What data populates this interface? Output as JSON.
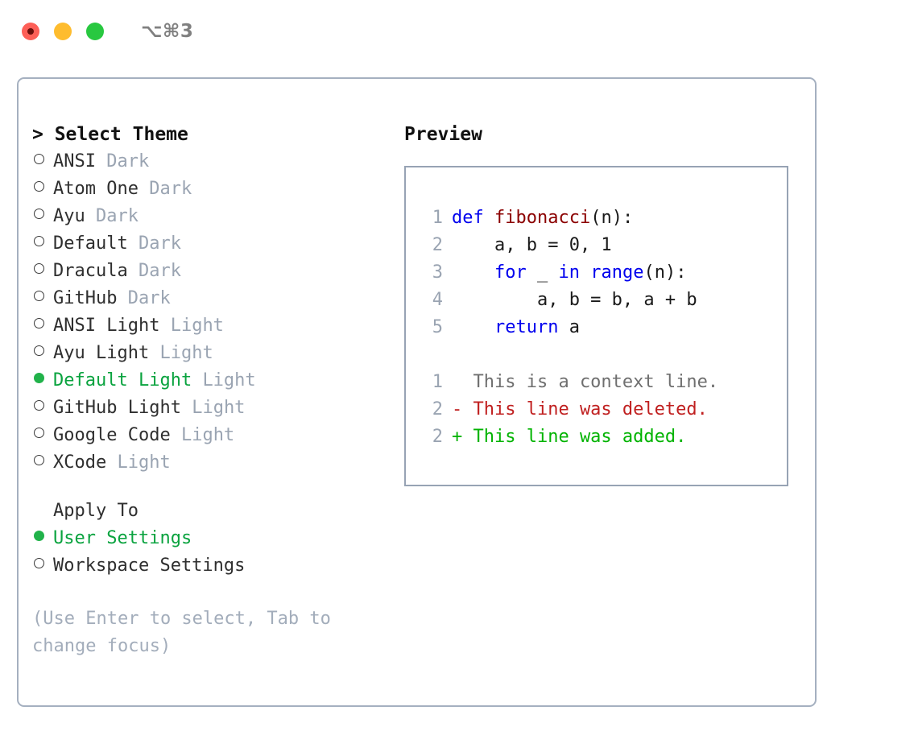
{
  "window": {
    "shortcut": "⌥⌘3",
    "traffic_lights": [
      {
        "name": "close",
        "color": "#fd5f57"
      },
      {
        "name": "minimize",
        "color": "#febc2e"
      },
      {
        "name": "maximize",
        "color": "#28c840"
      }
    ]
  },
  "theme_selector": {
    "heading": "> Select Theme",
    "selected_theme": "Default Light",
    "accent_color": "#0aa33f",
    "tag_color": "#9aa4b2",
    "items": [
      {
        "marker": "○",
        "label": "ANSI",
        "tag": "Dark",
        "selected": false
      },
      {
        "marker": "○",
        "label": "Atom One",
        "tag": "Dark",
        "selected": false
      },
      {
        "marker": "○",
        "label": "Ayu",
        "tag": "Dark",
        "selected": false
      },
      {
        "marker": "○",
        "label": "Default",
        "tag": "Dark",
        "selected": false
      },
      {
        "marker": "○",
        "label": "Dracula",
        "tag": "Dark",
        "selected": false
      },
      {
        "marker": "○",
        "label": "GitHub",
        "tag": "Dark",
        "selected": false
      },
      {
        "marker": "○",
        "label": "ANSI Light",
        "tag": "Light",
        "selected": false
      },
      {
        "marker": "○",
        "label": "Ayu Light",
        "tag": "Light",
        "selected": false
      },
      {
        "marker": "●",
        "label": "Default Light",
        "tag": "Light",
        "selected": true
      },
      {
        "marker": "○",
        "label": "GitHub Light",
        "tag": "Light",
        "selected": false
      },
      {
        "marker": "○",
        "label": "Google Code",
        "tag": "Light",
        "selected": false
      },
      {
        "marker": "○",
        "label": "XCode",
        "tag": "Light",
        "selected": false
      }
    ]
  },
  "apply_to": {
    "heading": "Apply To",
    "selected": "User Settings",
    "options": [
      {
        "marker": "●",
        "label": "User Settings",
        "selected": true
      },
      {
        "marker": "○",
        "label": "Workspace Settings",
        "selected": false
      }
    ]
  },
  "hint": "(Use Enter to select, Tab to change focus)",
  "preview": {
    "heading": "Preview",
    "code_lines": [
      {
        "lineno": "1",
        "segments": [
          {
            "text": "def ",
            "type": "keyword"
          },
          {
            "text": "fibonacci",
            "type": "function"
          },
          {
            "text": "(n):",
            "type": "plain"
          }
        ]
      },
      {
        "lineno": "2",
        "segments": [
          {
            "text": "    a, b = 0, 1",
            "type": "plain"
          }
        ]
      },
      {
        "lineno": "3",
        "segments": [
          {
            "text": "    ",
            "type": "plain"
          },
          {
            "text": "for",
            "type": "keyword"
          },
          {
            "text": " _ ",
            "type": "plain"
          },
          {
            "text": "in",
            "type": "keyword"
          },
          {
            "text": " ",
            "type": "plain"
          },
          {
            "text": "range",
            "type": "builtin"
          },
          {
            "text": "(n):",
            "type": "plain"
          }
        ]
      },
      {
        "lineno": "4",
        "segments": [
          {
            "text": "        a, b = b, a + b",
            "type": "plain"
          }
        ]
      },
      {
        "lineno": "5",
        "segments": [
          {
            "text": "    ",
            "type": "plain"
          },
          {
            "text": "return",
            "type": "keyword"
          },
          {
            "text": " a",
            "type": "plain"
          }
        ]
      }
    ],
    "diff_lines": [
      {
        "lineno": "1",
        "text": "  This is a context line.",
        "type": "context"
      },
      {
        "lineno": "2",
        "text": "- This line was deleted.",
        "type": "deleted"
      },
      {
        "lineno": "2",
        "text": "+ This line was added.",
        "type": "added"
      }
    ],
    "syntax_colors": {
      "keyword": "#0000ee",
      "function": "#8b0000",
      "plain": "#1a1a1a",
      "builtin": "#0000ee",
      "lineno": "#9aa4b2",
      "diff_context": "#6f6f6f",
      "diff_deleted": "#c02020",
      "diff_added": "#00b300"
    }
  }
}
